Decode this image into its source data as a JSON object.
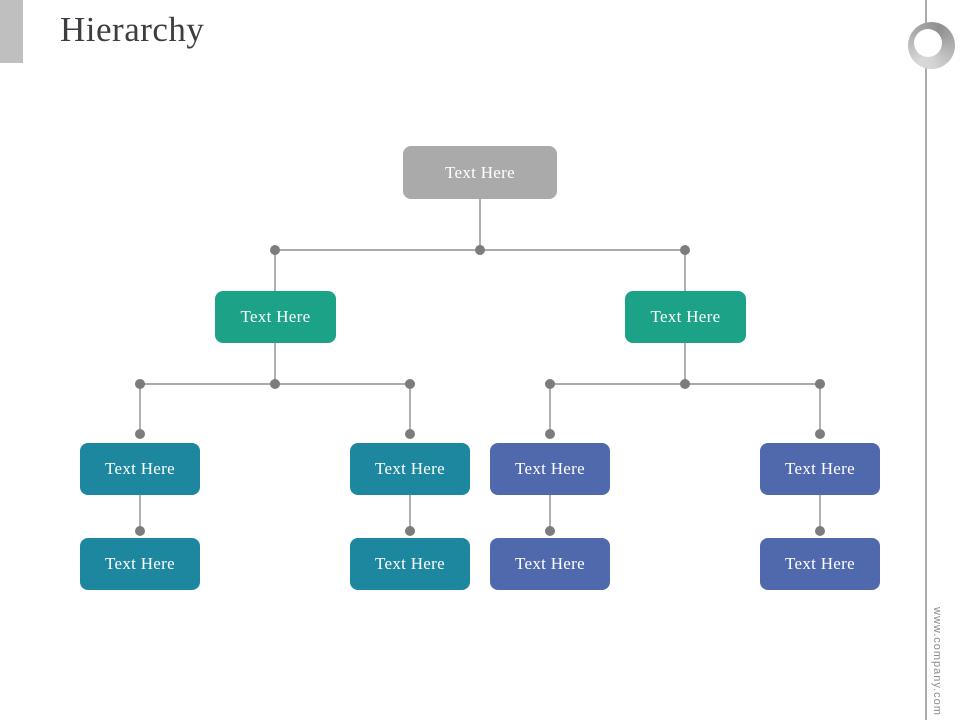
{
  "page": {
    "title": "Hierarchy",
    "website": "www.company.com"
  },
  "colors": {
    "accent_bar": "#BFBFBF",
    "title_text": "#3E3E42",
    "root_node": "#AAAAAA",
    "green_node": "#1BA287",
    "teal_node": "#1E87A0",
    "purple_node": "#5069AD",
    "connector_line": "#8E8E8E",
    "junction_dot": "#7C7C7C",
    "node_text": "#FFFFFF",
    "right_rule": "#ABABAB"
  },
  "icons": {
    "logo": "circular-swoosh-logo"
  },
  "nodes": [
    {
      "id": "root",
      "label": "Text Here",
      "level": 1,
      "color": "gray",
      "parent": null
    },
    {
      "id": "l2-left",
      "label": "Text Here",
      "level": 2,
      "color": "green",
      "parent": "root"
    },
    {
      "id": "l2-right",
      "label": "Text Here",
      "level": 2,
      "color": "green",
      "parent": "root"
    },
    {
      "id": "l3-1",
      "label": "Text Here",
      "level": 3,
      "color": "teal",
      "parent": "l2-left"
    },
    {
      "id": "l3-2",
      "label": "Text Here",
      "level": 3,
      "color": "teal",
      "parent": "l2-left"
    },
    {
      "id": "l3-3",
      "label": "Text Here",
      "level": 3,
      "color": "purple",
      "parent": "l2-right"
    },
    {
      "id": "l3-4",
      "label": "Text Here",
      "level": 3,
      "color": "purple",
      "parent": "l2-right"
    },
    {
      "id": "l4-1",
      "label": "Text Here",
      "level": 4,
      "color": "teal",
      "parent": "l3-1"
    },
    {
      "id": "l4-2",
      "label": "Text Here",
      "level": 4,
      "color": "teal",
      "parent": "l3-2"
    },
    {
      "id": "l4-3",
      "label": "Text Here",
      "level": 4,
      "color": "purple",
      "parent": "l3-3"
    },
    {
      "id": "l4-4",
      "label": "Text Here",
      "level": 4,
      "color": "purple",
      "parent": "l3-4"
    }
  ]
}
